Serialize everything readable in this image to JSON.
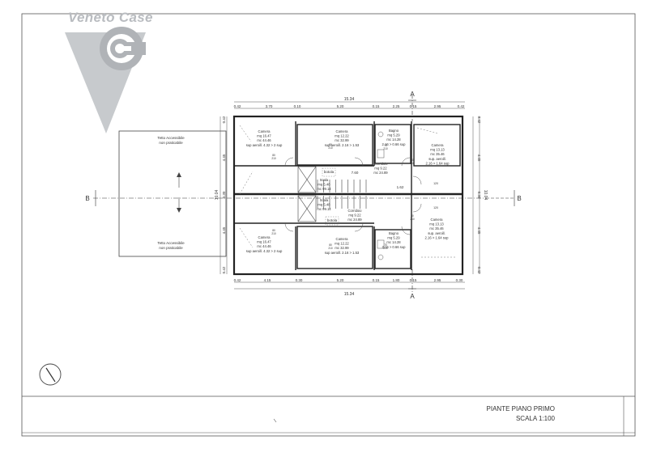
{
  "logo": {
    "text": "Veneto Case",
    "letter": "C"
  },
  "title_block": {
    "line1": "PIANTE PIANO PRIMO",
    "line2": "SCALA 1:100"
  },
  "section_marks": {
    "a": "A",
    "b": "B"
  },
  "roof": {
    "label1": "Tetto Accessibile",
    "label2": "non praticabile"
  },
  "dims": {
    "total": "15.34",
    "top": [
      "0.42",
      "3.70",
      "0.10",
      "5.20",
      "0.15",
      "2.25",
      "0.15",
      "2.95",
      "0.42"
    ],
    "bottom": [
      "0.42",
      "4.15",
      "0.30",
      "5.20",
      "0.15",
      "1.80",
      "0.15",
      "2.95",
      "0.30"
    ],
    "left": [
      "0.42",
      "4.45",
      "0.30",
      "4.45",
      "0.42"
    ],
    "left_total": "10.04",
    "right": [
      "0.42",
      "4.45",
      "0.30",
      "4.45",
      "0.42"
    ],
    "right_total": "10.04",
    "mid_760": "7.60",
    "mid_162": "1.62"
  },
  "rooms": {
    "camera_a": [
      "Camera",
      "mq 16.47",
      "mc 44.46",
      "sup aeroill. 4.32 > 2 sup"
    ],
    "camera_b": [
      "Camera",
      "mq 12.22",
      "mc 32.99",
      "sup aeroill. 2.16 > 1.53"
    ],
    "bagno_a": [
      "Bagno",
      "mq 5.29",
      "mc 14.28",
      "2.16 > 0.66 sup"
    ],
    "camera_c": [
      "Camera",
      "mq 13.13",
      "mc 35.46",
      "sup. aeroill.",
      "2.16 > 1.64 sup"
    ],
    "corridoio_a": [
      "Corridoio",
      "mq 9.22",
      "mc 24.89"
    ],
    "scala_a": [
      "Scala",
      "mq 5.48",
      "mc 99.14"
    ],
    "scala_b": [
      "Scala",
      "mq 5.48",
      "mc 99.14"
    ],
    "corridoio_b": [
      "Corridoio",
      "mq 9.22",
      "mc 24.89"
    ],
    "camera_d": [
      "Camera",
      "mq 13.13",
      "mc 35.46",
      "sup. aeroill.",
      "2.16 > 1.64 sup"
    ],
    "bagno_b": [
      "Bagno",
      "mq 5.29",
      "mc 14.28",
      "2.16 > 0.66 sup"
    ],
    "camera_e": [
      "Camera",
      "mq 16.47",
      "mc 44.46",
      "sup aeroill. 4.32 > 2 sup"
    ],
    "camera_f": [
      "Camera",
      "mq 12.22",
      "mc 32.99",
      "sup aeroill. 2.16 > 1.53"
    ]
  },
  "labels": {
    "botola_a": "botola",
    "botola_b": "botola"
  },
  "door_labels": {
    "d1": [
      "80",
      "210"
    ],
    "d2": [
      "80",
      "210"
    ],
    "d3": [
      "70",
      "210"
    ],
    "d4": [
      "80",
      "210"
    ],
    "d5": [
      "80",
      "210"
    ],
    "d6": [
      "80",
      "210"
    ],
    "d7": [
      "70",
      "210"
    ],
    "d8": [
      "80",
      "210"
    ]
  },
  "window_labels": {
    "w1": "120",
    "w2": "120"
  }
}
